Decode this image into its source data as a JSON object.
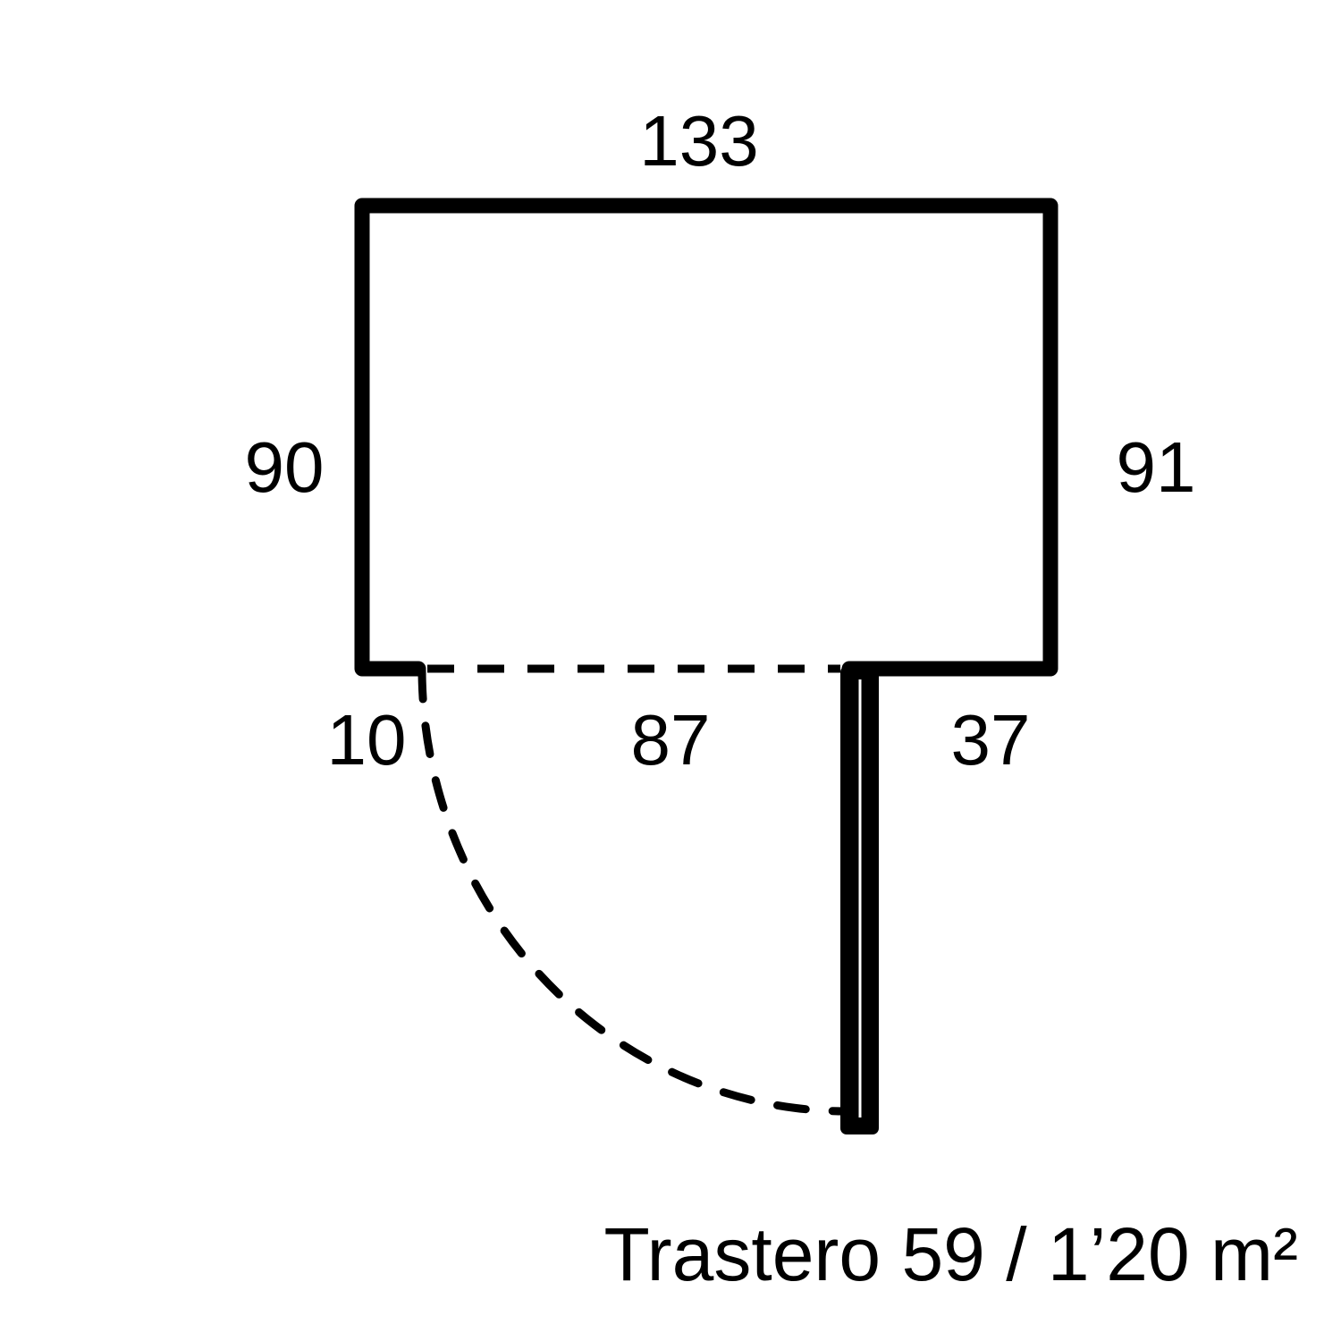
{
  "plan": {
    "title": "Trastero 59 / 1’20 m²",
    "dimensions": {
      "top": "133",
      "left": "90",
      "right": "91",
      "bottom_left": "10",
      "door_opening": "87",
      "bottom_right": "37"
    },
    "line_color": "#000000",
    "background": "#ffffff"
  }
}
